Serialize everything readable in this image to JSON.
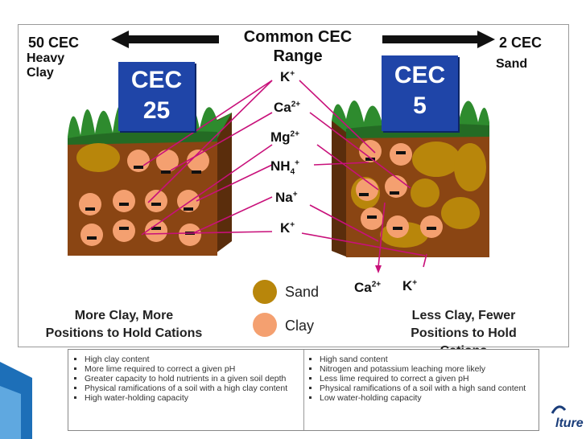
{
  "header": {
    "title_line1": "Common CEC",
    "title_line2": "Range",
    "left_value": "50 CEC",
    "left_sub1": "Heavy",
    "left_sub2": "Clay",
    "right_value": "2 CEC",
    "right_sub": "Sand"
  },
  "left_box": {
    "line1": "CEC",
    "line2": "25"
  },
  "right_box": {
    "line1": "CEC",
    "line2": "5"
  },
  "ions": {
    "k1": {
      "base": "K",
      "sup": "+"
    },
    "ca": {
      "base": "Ca",
      "sup": "2+"
    },
    "mg": {
      "base": "Mg",
      "sup": "2+"
    },
    "nh4": {
      "base": "NH",
      "sub": "4",
      "sup": "+"
    },
    "na": {
      "base": "Na",
      "sup": "+"
    },
    "k2": {
      "base": "K",
      "sup": "+"
    },
    "leach_ca": {
      "base": "Ca",
      "sup": "2+"
    },
    "leach_k": {
      "base": "K",
      "sup": "+"
    }
  },
  "legend": {
    "sand": "Sand",
    "clay": "Clay"
  },
  "captions": {
    "left_line1": "More Clay, More",
    "left_line2": "Positions to Hold Cations",
    "right_line1": "Less Clay, Fewer",
    "right_line2": "Positions to Hold",
    "right_line3": "Cations"
  },
  "bottom_left_bullets": [
    "High clay content",
    "More lime required to correct a given pH",
    "Greater capacity to hold nutrients in a given soil depth",
    "Physical ramifications of a soil with a high clay content",
    "High water-holding capacity"
  ],
  "bottom_right_bullets": [
    "High sand content",
    "Nitrogen and potassium leaching more likely",
    "Less lime required to correct a given pH",
    "Physical ramifications of a soil with a high sand content",
    "Low water-holding capacity"
  ],
  "logo": "lture",
  "colors": {
    "cec_box": "#1f45a8",
    "soil": "#8a4513",
    "sand_particle": "#b8860b",
    "clay_particle": "#f4a070",
    "connector": "#c8107a",
    "grass": "#2e8b2e"
  }
}
